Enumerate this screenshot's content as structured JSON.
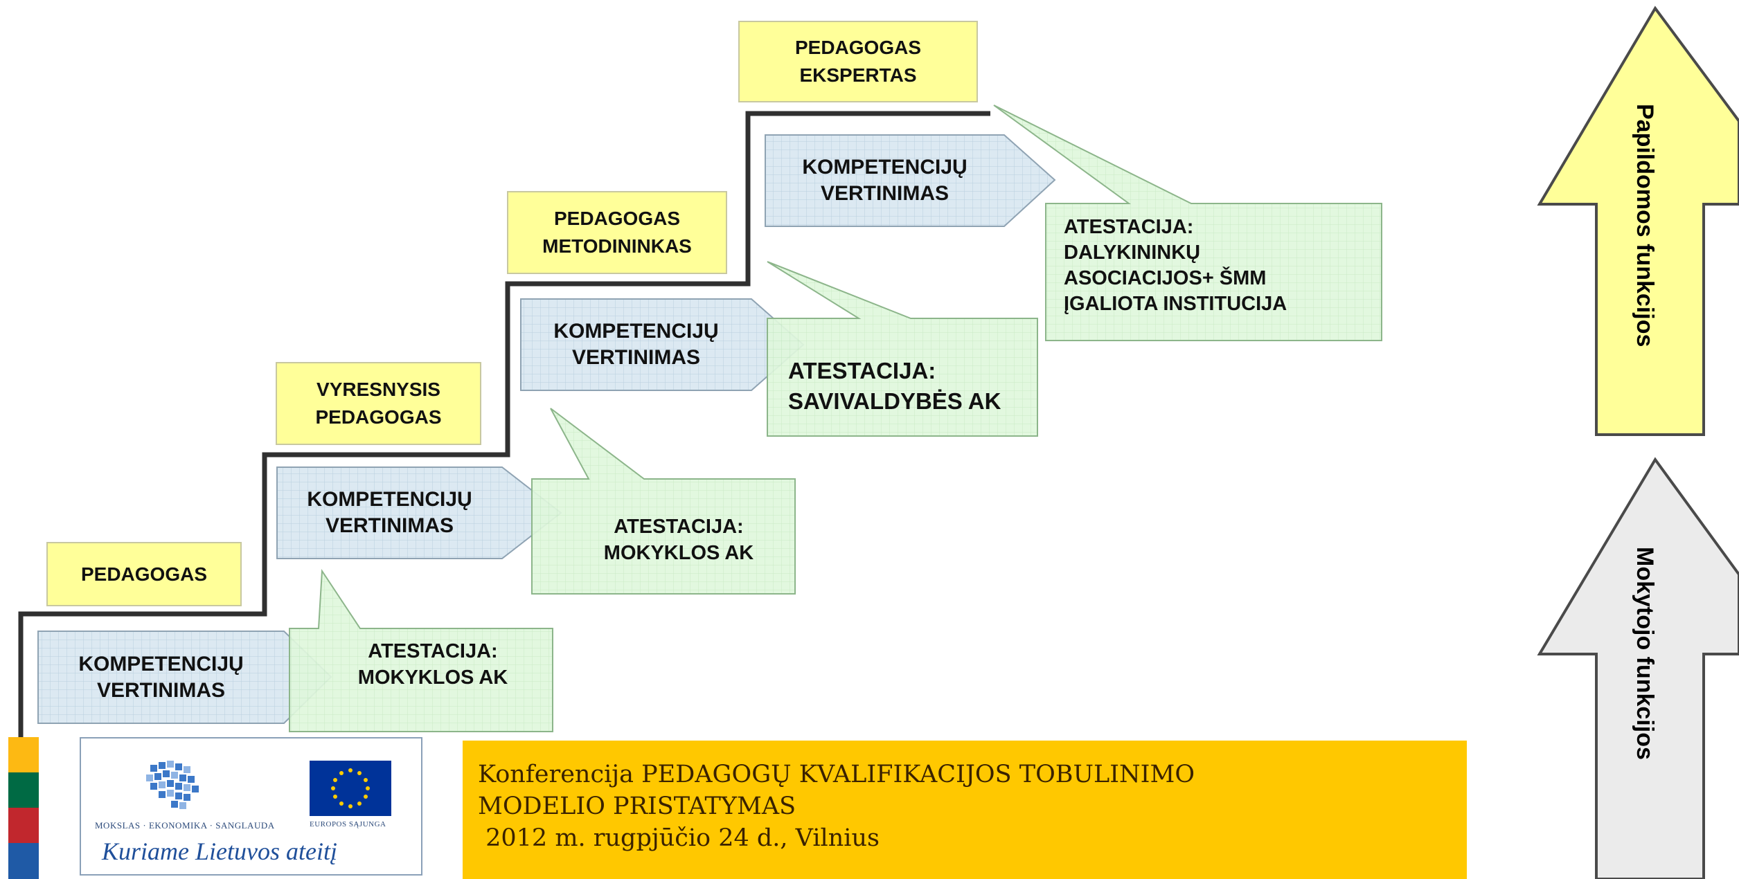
{
  "roles": [
    {
      "label": "PEDAGOGAS"
    },
    {
      "label": "VYRESNYSIS\nPEDAGOGAS"
    },
    {
      "label": "PEDAGOGAS\nMETODININKAS"
    },
    {
      "label": "PEDAGOGAS\nEKSPERTAS"
    }
  ],
  "assessments": [
    {
      "label": "KOMPETENCIJŲ\nVERTINIMAS"
    },
    {
      "label": "KOMPETENCIJŲ\nVERTINIMAS"
    },
    {
      "label": "KOMPETENCIJŲ\nVERTINIMAS"
    },
    {
      "label": "KOMPETENCIJŲ\nVERTINIMAS"
    }
  ],
  "attestations": [
    {
      "label": "ATESTACIJA:\nMOKYKLOS AK"
    },
    {
      "label": "ATESTACIJA:\nMOKYKLOS AK"
    },
    {
      "label": "ATESTACIJA:\nSAVIVALDYBĖS AK"
    },
    {
      "label": "ATESTACIJA:\nDALYKININKŲ\nASOCIACIJOS+ ŠMM\nĮGALIOTA INSTITUCIJA"
    }
  ],
  "side_arrows": {
    "upper": "Papildomos funkcijos",
    "lower": "Mokytojo funkcijos"
  },
  "logo": {
    "left_caption": "MOKSLAS · EKONOMIKA · SANGLAUDA",
    "right_caption": "EUROPOS SĄJUNGA",
    "slogan": "Kuriame Lietuvos ateitį"
  },
  "banner": {
    "line1": "Konferencija PEDAGOGŲ KVALIFIKACIJOS TOBULINIMO",
    "line2": "MODELIO PRISTATYMAS",
    "line3": " 2012 m. rugpjūčio 24 d., Vilnius"
  },
  "colors": {
    "role_fill": "#ffff99",
    "assessment_fill": "#dce9f2",
    "attestation_fill": "#dff7dc",
    "upper_arrow_fill": "#ffff99",
    "lower_arrow_fill": "#ebebeb",
    "banner_fill": "#ffc800",
    "flag": [
      "#fdb913",
      "#006a44",
      "#c1272d",
      "#1f5aa6"
    ]
  }
}
